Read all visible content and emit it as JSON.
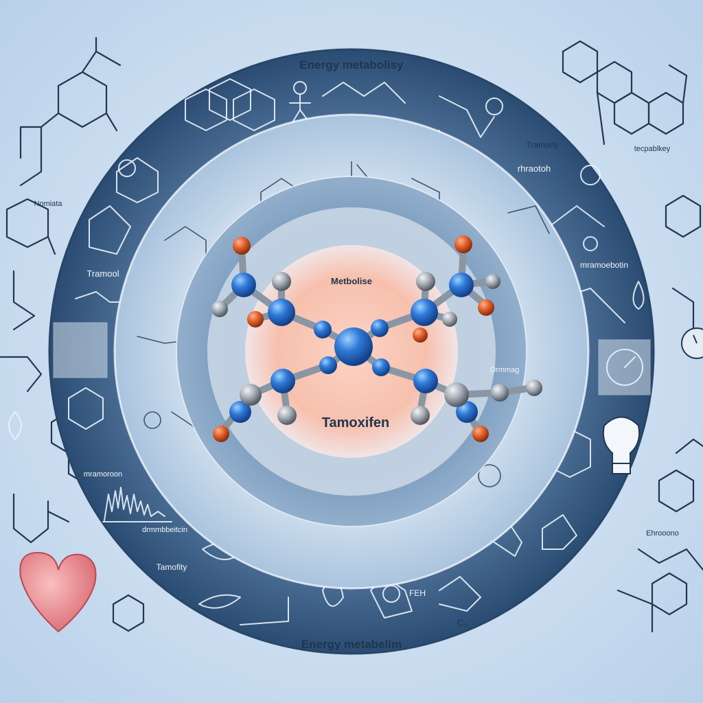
{
  "labels": {
    "title_top": "Energy metabolisy",
    "title_bottom": "Energy metabelim",
    "center_top": "Metbolise",
    "center_main": "Tamoxifen",
    "left_1": "Nomiata",
    "left_2": "Tramool",
    "left_3": "mramoroon",
    "left_4": "Tamofity",
    "left_5": "drmmbbeitcin",
    "right_1": "Tramorly",
    "right_2": "rhraotoh",
    "right_3": "tecpablkey",
    "right_4": "mramoebotin",
    "right_5": "Ehrooono",
    "right_6": "Ormmag",
    "bottom_fh": "FEH",
    "bottom_c": "C₀"
  },
  "colors": {
    "background": "#c9dcee",
    "ring_dark": "#3a5c82",
    "ring_mid": "#8fb0cf",
    "core": "#f8c6b4",
    "atom_blue": "#2f78d6",
    "atom_orange": "#e0602a",
    "atom_gray": "#9aa3ad"
  },
  "icons": [
    "molecule-icon",
    "heart-icon",
    "drop-icon",
    "bulb-icon",
    "clock-icon",
    "hexagon-icon",
    "chart-icon",
    "person-icon"
  ]
}
